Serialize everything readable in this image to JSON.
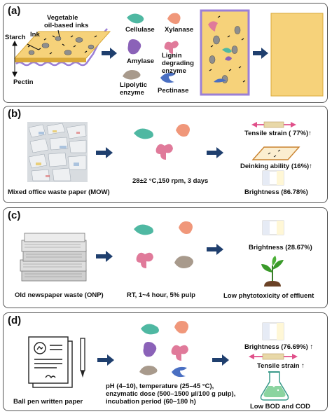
{
  "panel_a": {
    "label": "(a)",
    "starch": "Starch",
    "ink": "Ink",
    "vegetable": "Vegetable",
    "oil_based": "oil-based inks",
    "pectin": "Pectin",
    "enzymes": {
      "cellulase": "Cellulase",
      "xylanase": "Xylanase",
      "amylase": "Amylase",
      "lignin_1": "Lignin",
      "lignin_2": "degrading",
      "lignin_3": "enzyme",
      "lipolytic_1": "Lipolytic",
      "lipolytic_2": "enzyme",
      "pectinase": "Pectinase"
    }
  },
  "panel_b": {
    "label": "(b)",
    "source": "Mixed office waste paper (MOW)",
    "condition": "28±2 °C,150 rpm, 3 days",
    "tensile": "Tensile strain ( 77%)↑",
    "deinking": "Deinking ability (16%)↑",
    "brightness": "Brightness (86.78%)"
  },
  "panel_c": {
    "label": "(c)",
    "source": "Old newspaper waste (ONP)",
    "condition": "RT, 1~4 hour, 5% pulp",
    "brightness": "Brightness (28.67%)",
    "toxicity": "Low phytotoxicity of effluent"
  },
  "panel_d": {
    "label": "(d)",
    "source": "Ball pen written paper",
    "cond_1": "pH (4–10), temperature (25–45 °C),",
    "cond_2": "enzymatic dose (500–1500 μl/100 g pulp),",
    "cond_3": "incubation period (60–180 h)",
    "brightness": "Brightness (76.69%) ↑",
    "tensile": "Tensile strain ↑",
    "bod": "Low BOD and COD"
  },
  "colors": {
    "paper": "#f6d27a",
    "paper_edge": "#d9a93a",
    "pectin_wave": "#9b7fd6",
    "arrow": "#1f3f6e",
    "cellulase": "#4fb8a2",
    "xylanase": "#f0977a",
    "amylase": "#8b62b8",
    "lignin": "#e07a9a",
    "lipolytic": "#a89a8c",
    "pectinase": "#4a6fc2",
    "tensile_arrow": "#e0508a"
  }
}
